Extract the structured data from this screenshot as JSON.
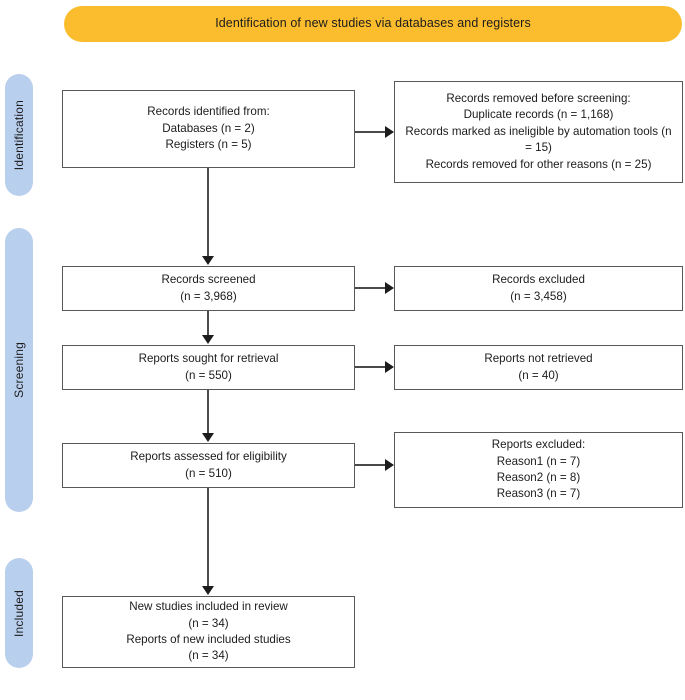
{
  "banner": {
    "title": "Identification of new studies via databases and registers",
    "color": "#fbbd2d"
  },
  "stages": [
    {
      "id": "identification",
      "label": "Identification",
      "color": "#b9cfee"
    },
    {
      "id": "screening",
      "label": "Screening",
      "color": "#b9cfee"
    },
    {
      "id": "included",
      "label": "Included",
      "color": "#b9cfee"
    }
  ],
  "boxes": {
    "identified": {
      "lines": [
        "Records identified from:",
        "Databases (n = 2)",
        "Registers (n = 5)"
      ]
    },
    "removed": {
      "lines": [
        "Records removed before screening:",
        "Duplicate records (n = 1,168)",
        "Records marked as ineligible by automation tools (n = 15)",
        "Records removed for other reasons (n = 25)"
      ]
    },
    "screened": {
      "lines": [
        "Records screened",
        "(n = 3,968)"
      ]
    },
    "excluded_screen": {
      "lines": [
        "Records excluded",
        "(n = 3,458)"
      ]
    },
    "sought": {
      "lines": [
        "Reports sought for retrieval",
        "(n = 550)"
      ]
    },
    "not_retrieved": {
      "lines": [
        "Reports not retrieved",
        "(n = 40)"
      ]
    },
    "assessed": {
      "lines": [
        "Reports assessed for eligibility",
        "(n = 510)"
      ]
    },
    "excluded_reports": {
      "lines": [
        "Reports excluded:",
        "Reason1 (n = 7)",
        "Reason2 (n = 8)",
        "Reason3 (n = 7)"
      ]
    },
    "included": {
      "lines": [
        "New studies included in review",
        "(n = 34)",
        "Reports of new included studies",
        "(n = 34)"
      ]
    }
  }
}
